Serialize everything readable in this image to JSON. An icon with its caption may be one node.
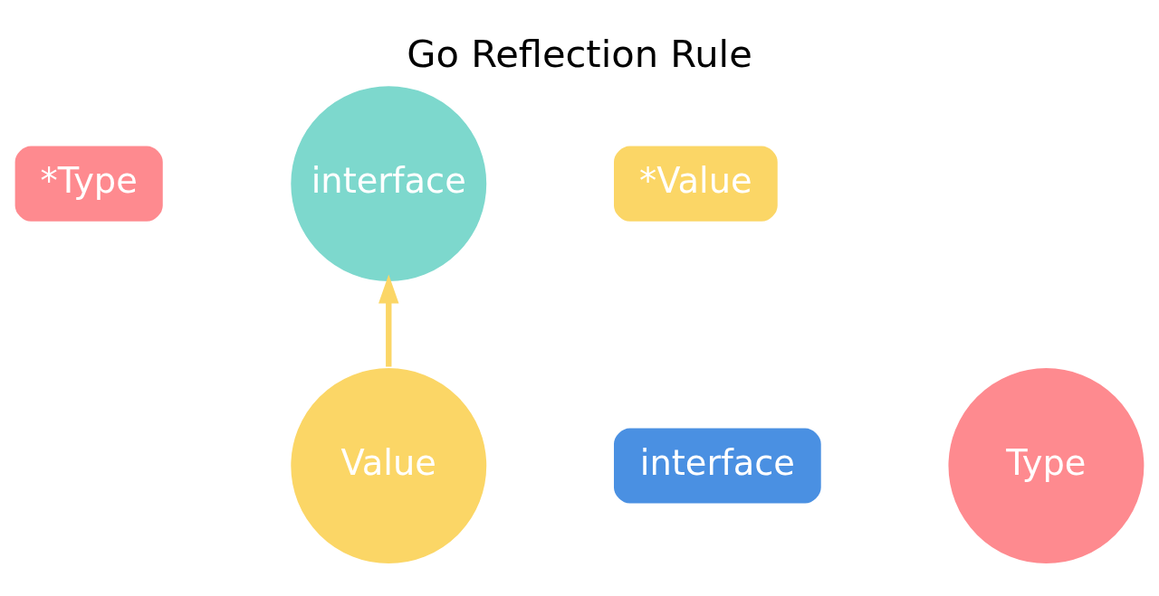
{
  "diagram": {
    "title": "Go Reflection Rule",
    "nodes": [
      {
        "text": [
          "*Type"
        ]
      },
      {
        "text": [
          "interface"
        ]
      },
      {
        "text": [
          "*Value"
        ]
      },
      {
        "text": [
          "interface"
        ]
      },
      {
        "text": [
          "Type"
        ]
      },
      {
        "text": [
          "Value"
        ]
      }
    ],
    "edges": [
      {
        "from": 5,
        "to": 1,
        "arrow": "to",
        "color": "#fbd666"
      }
    ]
  }
}
